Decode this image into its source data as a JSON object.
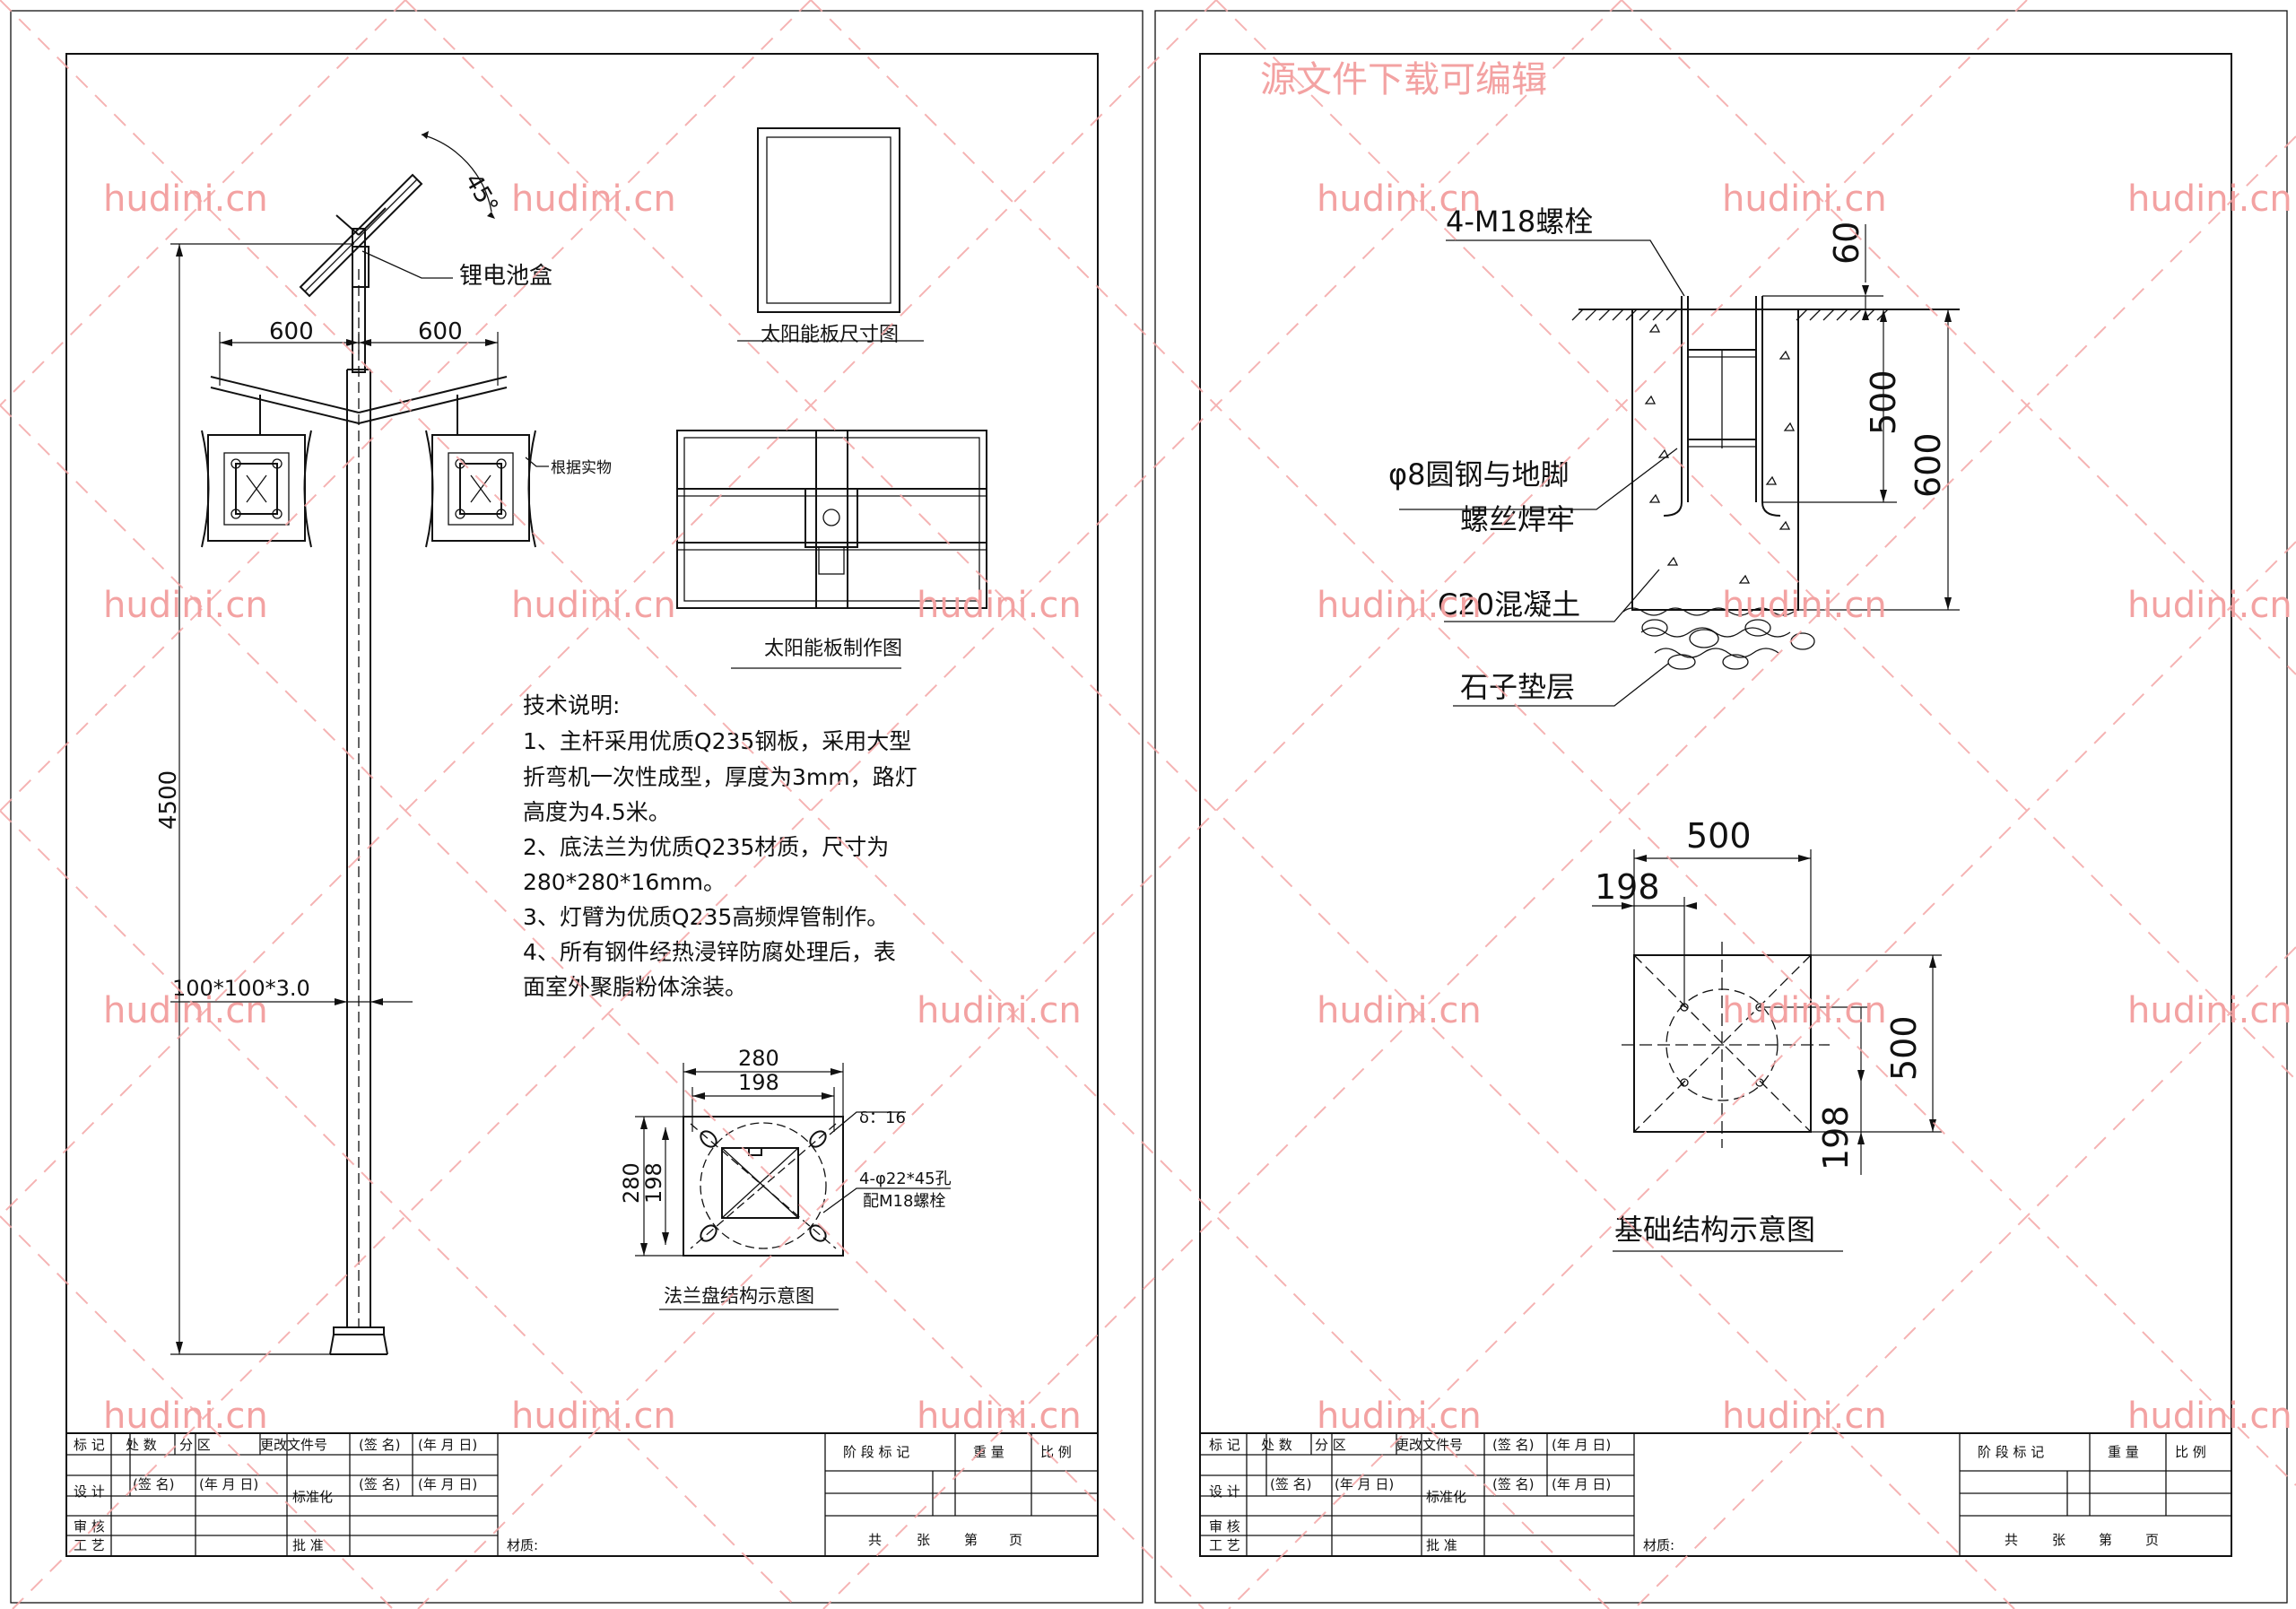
{
  "colors": {
    "watermark": "#f3a2a2",
    "line": "#111111",
    "background": "#ffffff"
  },
  "banner": "源文件下载可编辑",
  "watermark_text": "hudini.cn",
  "left_sheet": {
    "angle_label": "45°",
    "battery_label": "锂电池盒",
    "arm_left": "600",
    "arm_right": "600",
    "lamp_note": "根据实物",
    "height_dim": "4500",
    "pole_size": "100*100*3.0",
    "panel_size_title": "太阳能板尺寸图",
    "panel_make_title": "太阳能板制作图",
    "notes_title": "技术说明:",
    "notes": [
      "1、主杆采用优质Q235钢板，采用大型",
      "折弯机一次性成型，厚度为3mm，路灯",
      "高度为4.5米。",
      "2、底法兰为优质Q235材质，尺寸为",
      "280*280*16mm。",
      "3、灯臂为优质Q235高频焊管制作。",
      "4、所有钢件经热浸锌防腐处理后，表",
      "面室外聚脂粉体涂装。"
    ],
    "flange": {
      "w_outer": "280",
      "w_inner": "198",
      "h_outer": "280",
      "h_inner": "198",
      "thickness": "δ：16",
      "holes_1": "4-φ22*45孔",
      "holes_2": "配M18螺栓",
      "title": "法兰盘结构示意图"
    }
  },
  "right_sheet": {
    "bolts": "4-M18螺栓",
    "dim_60": "60",
    "dim_500": "500",
    "dim_600": "600",
    "rebar_1": "φ8圆钢与地脚",
    "rebar_2": "螺丝焊牢",
    "concrete": "C20混凝土",
    "gravel": "石子垫层",
    "plan_w": "500",
    "plan_w_inner": "198",
    "plan_h": "500",
    "plan_h_inner": "198",
    "plan_title": "基础结构示意图"
  },
  "title_block": {
    "r1": [
      "标 记",
      "处 数",
      "分 区",
      "更改文件号",
      "(签 名)",
      "(年 月 日)"
    ],
    "r2": [
      "设 计",
      "(签 名)",
      "(年 月 日)",
      "标准化",
      "(签 名)",
      "(年 月 日)"
    ],
    "r3": [
      "审 核"
    ],
    "r4": [
      "工 艺",
      "批 准"
    ],
    "material": "材质:",
    "stage": "阶 段 标 记",
    "weight": "重 量",
    "scale": "比 例",
    "sheets_total": "共",
    "sheets_unit": "张",
    "page_prefix": "第",
    "page_unit": "页"
  }
}
